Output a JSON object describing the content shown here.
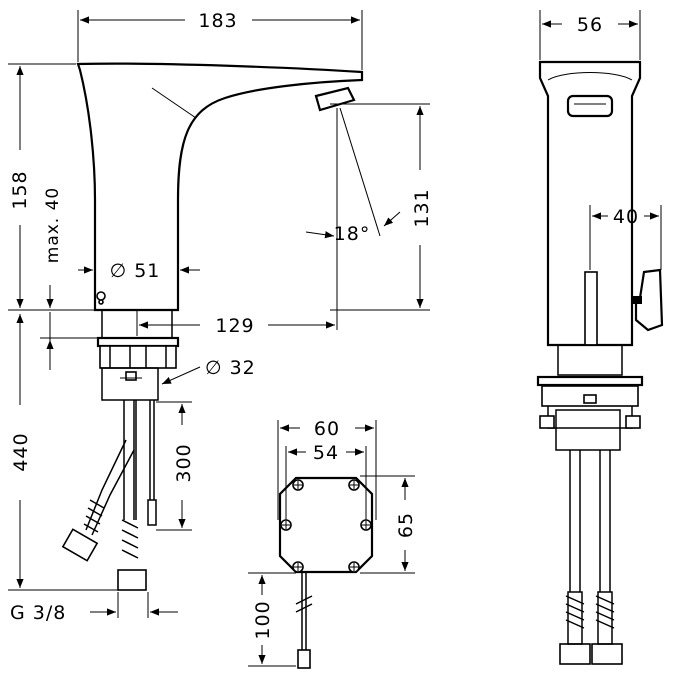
{
  "dimensions": {
    "spout_length": "183",
    "body_width": "56",
    "total_height": "158",
    "max_height": "max. 40",
    "spout_height": "131",
    "spray_angle": "18°",
    "base_diameter": "∅ 51",
    "reach": "129",
    "shank_diameter": "∅ 32",
    "hose_length": "440",
    "cable_length": "300",
    "thread": "G 3/8",
    "box_width_outer": "60",
    "box_width_inner": "54",
    "box_height": "65",
    "box_cable_length": "100",
    "side_width": "40"
  }
}
